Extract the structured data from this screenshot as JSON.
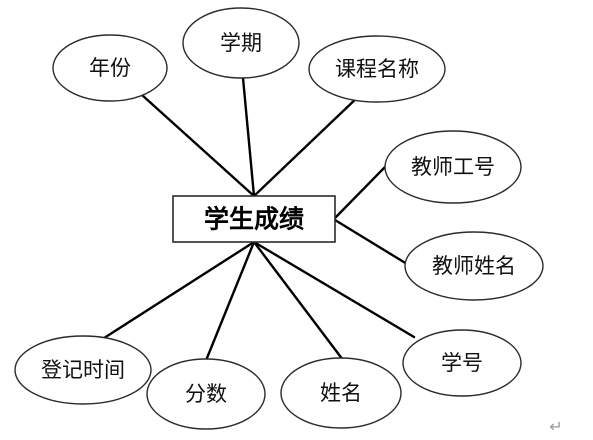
{
  "entity": {
    "label": "学生成绩"
  },
  "attributes": [
    {
      "id": "year",
      "label": "年份"
    },
    {
      "id": "semester",
      "label": "学期"
    },
    {
      "id": "course-name",
      "label": "课程名称"
    },
    {
      "id": "teacher-id",
      "label": "教师工号"
    },
    {
      "id": "teacher-name",
      "label": "教师姓名"
    },
    {
      "id": "student-id",
      "label": "学号"
    },
    {
      "id": "student-name",
      "label": "姓名"
    },
    {
      "id": "score",
      "label": "分数"
    },
    {
      "id": "record-time",
      "label": "登记时间"
    }
  ],
  "end_mark": "↵"
}
